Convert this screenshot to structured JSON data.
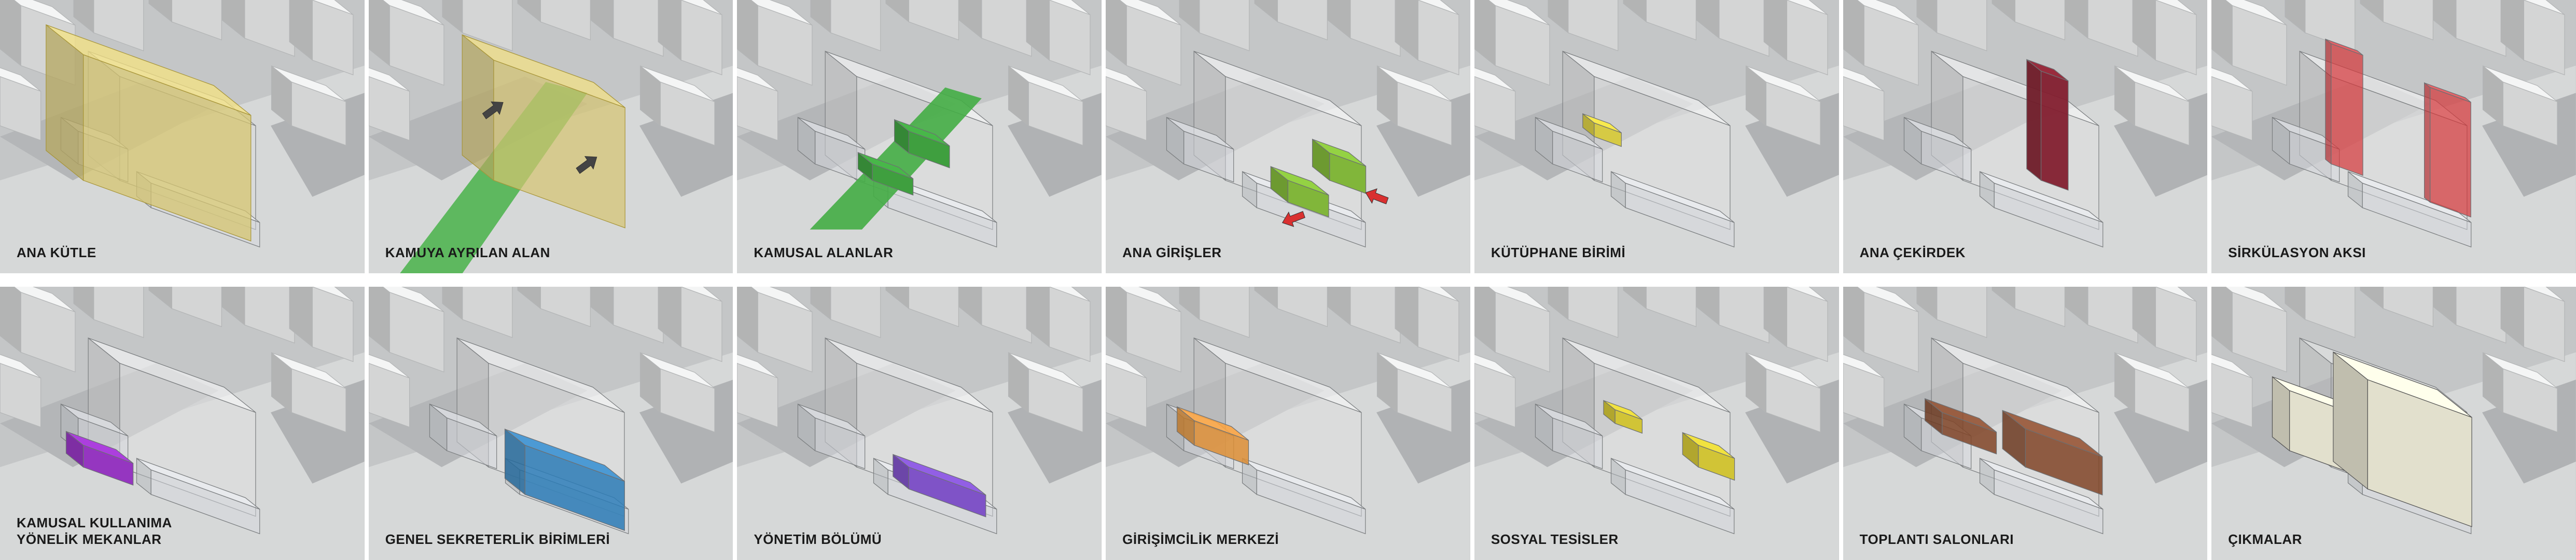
{
  "panels": [
    {
      "label": "ANA KÜTLE",
      "highlight": "mass",
      "color": "#e8d67a"
    },
    {
      "label": "KAMUYA  AYRILAN ALAN",
      "highlight": "public-ground",
      "color": "#49b34a"
    },
    {
      "label": "KAMUSAL ALANLAR",
      "highlight": "public-areas",
      "color": "#44ad45"
    },
    {
      "label": "ANA GİRİŞLER",
      "highlight": "entrances",
      "color": "#8cc63f"
    },
    {
      "label": "KÜTÜPHANE BİRİMİ",
      "highlight": "library",
      "color": "#e9dc4a"
    },
    {
      "label": "ANA ÇEKİRDEK",
      "highlight": "core",
      "color": "#8e2233"
    },
    {
      "label": "SİRKÜLASYON AKSI",
      "highlight": "circulation",
      "color": "#e8383d"
    },
    {
      "label": "KAMUSAL KULLANIMA\nYÖNELİK MEKANLAR",
      "highlight": "public-use",
      "color": "#a23bd1"
    },
    {
      "label": "GENEL SEKRETERLİK BİRİMLERİ",
      "highlight": "secretariat",
      "color": "#2f86c6"
    },
    {
      "label": "YÖNETİM BÖLÜMÜ",
      "highlight": "management",
      "color": "#8a5ad8"
    },
    {
      "label": "GİRİŞİMCİLİK MERKEZİ",
      "highlight": "entrepreneurship",
      "color": "#f09a3a"
    },
    {
      "label": "SOSYAL TESİSLER",
      "highlight": "social",
      "color": "#e3d53b"
    },
    {
      "label": "TOPLANTI SALONLARI",
      "highlight": "meeting",
      "color": "#8b4a2a"
    },
    {
      "label": "ÇIKMALAR",
      "highlight": "projections",
      "color": "#f6f4df"
    }
  ]
}
